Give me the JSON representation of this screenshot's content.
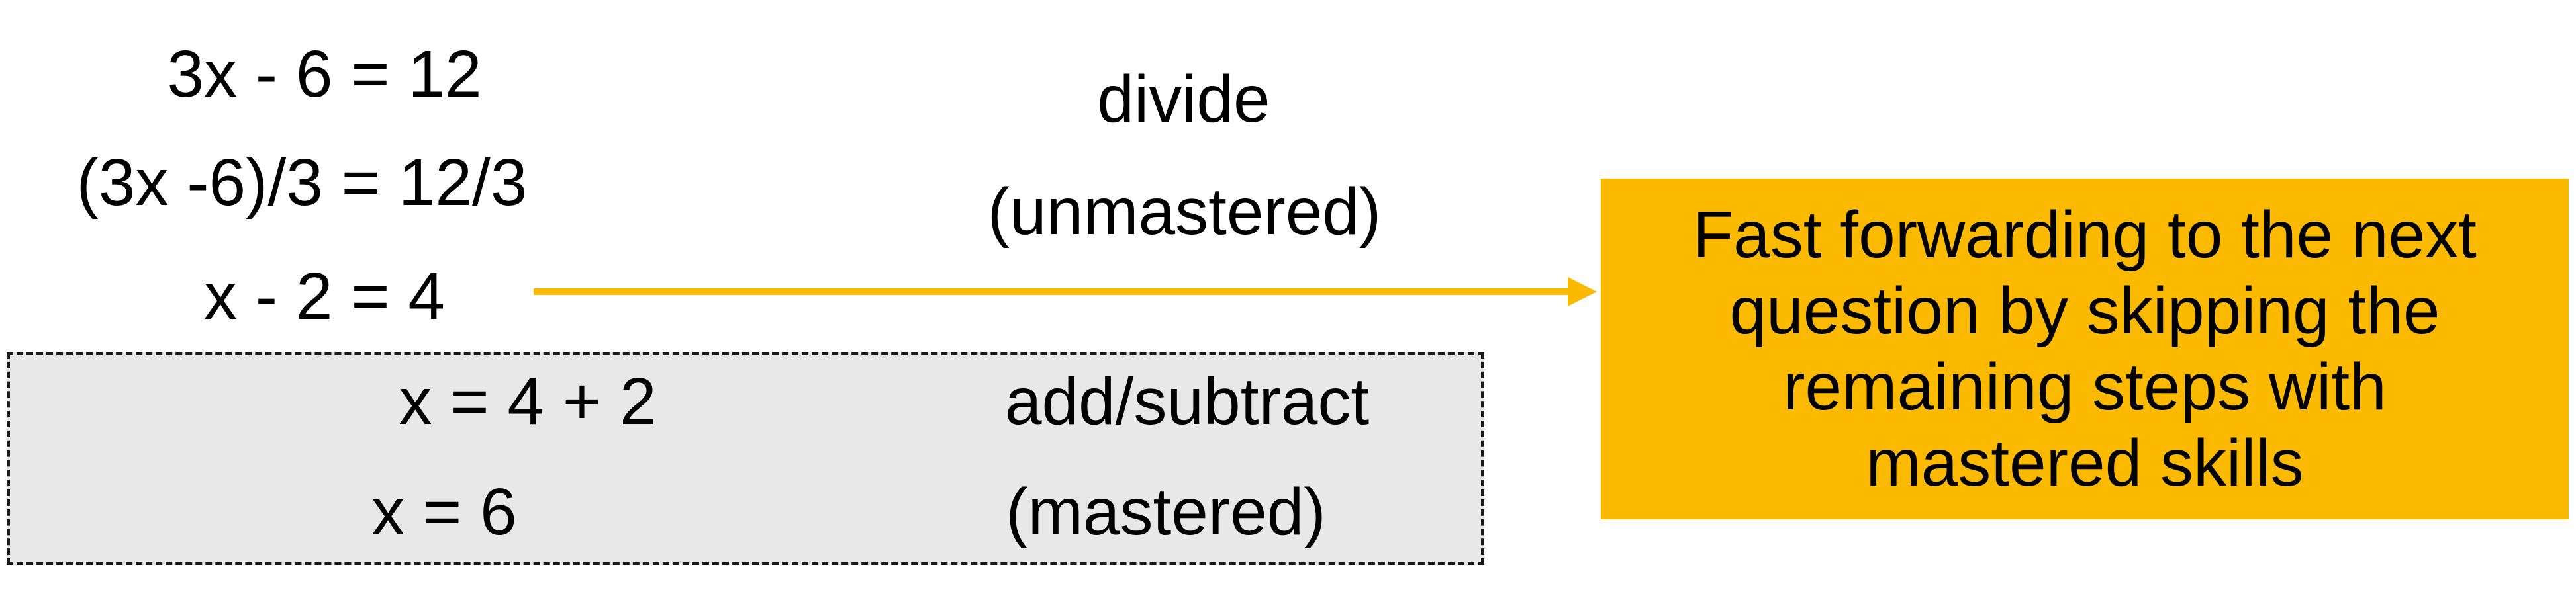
{
  "equations": {
    "line1": "3x - 6 = 12",
    "line2": "(3x -6)/3 = 12/3",
    "line3": "x - 2 = 4",
    "line4": "x = 4 + 2",
    "line5": "x = 6"
  },
  "skills": {
    "divide_label": "divide",
    "divide_status": "(unmastered)",
    "add_subtract_label": "add/subtract",
    "add_subtract_status": "(mastered)"
  },
  "callout": {
    "text": "Fast forwarding to the next\nquestion by skipping the\nremaining steps with\nmastered skills"
  },
  "colors": {
    "accent": "#fbba00",
    "skipped_region_fill": "#e8e8e8",
    "skipped_region_border": "#1a1a1a"
  }
}
